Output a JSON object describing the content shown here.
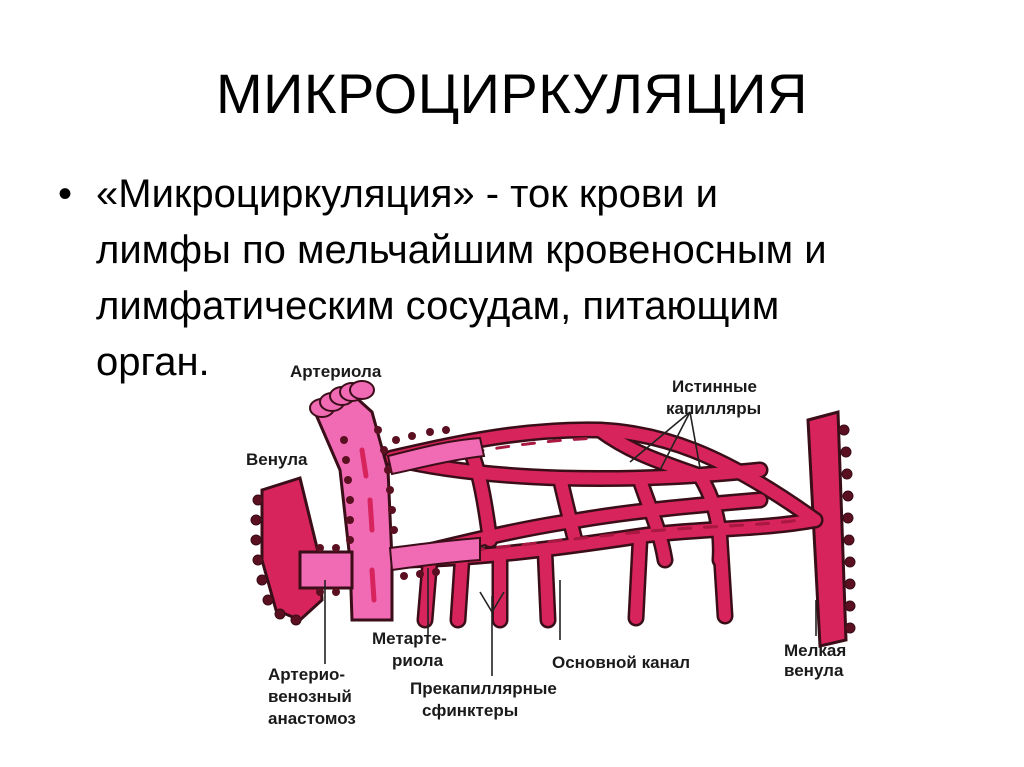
{
  "slide": {
    "title": "МИКРОЦИРКУЛЯЦИЯ",
    "bullet_symbol": "•",
    "bullet_lines": [
      "«Микроциркуляция» - ток крови и",
      "лимфы по мельчайшим кровеносным и",
      "лимфатическим сосудам, питающим",
      "орган."
    ]
  },
  "diagram": {
    "colors": {
      "artery_pink": "#f06ab4",
      "vessel_red": "#d8245c",
      "vessel_dark": "#a81840",
      "outline": "#3a0e18",
      "leader": "#222222"
    },
    "labels": {
      "arteriola": "Артериола",
      "true_capillaries_line1": "Истинные",
      "true_capillaries_line2": "капилляры",
      "venula": "Венула",
      "metarteriola_line1": "Метарте-",
      "metarteriola_line2": "риола",
      "main_channel": "Основной канал",
      "small_venula_line1": "Мелкая",
      "small_venula_line2": "венула",
      "av_anastomosis_line1": "Артерио-",
      "av_anastomosis_line2": "венозный",
      "av_anastomosis_line3": "анастомоз",
      "precapillary_line1": "Прекапиллярные",
      "precapillary_line2": "сфинктеры"
    }
  }
}
